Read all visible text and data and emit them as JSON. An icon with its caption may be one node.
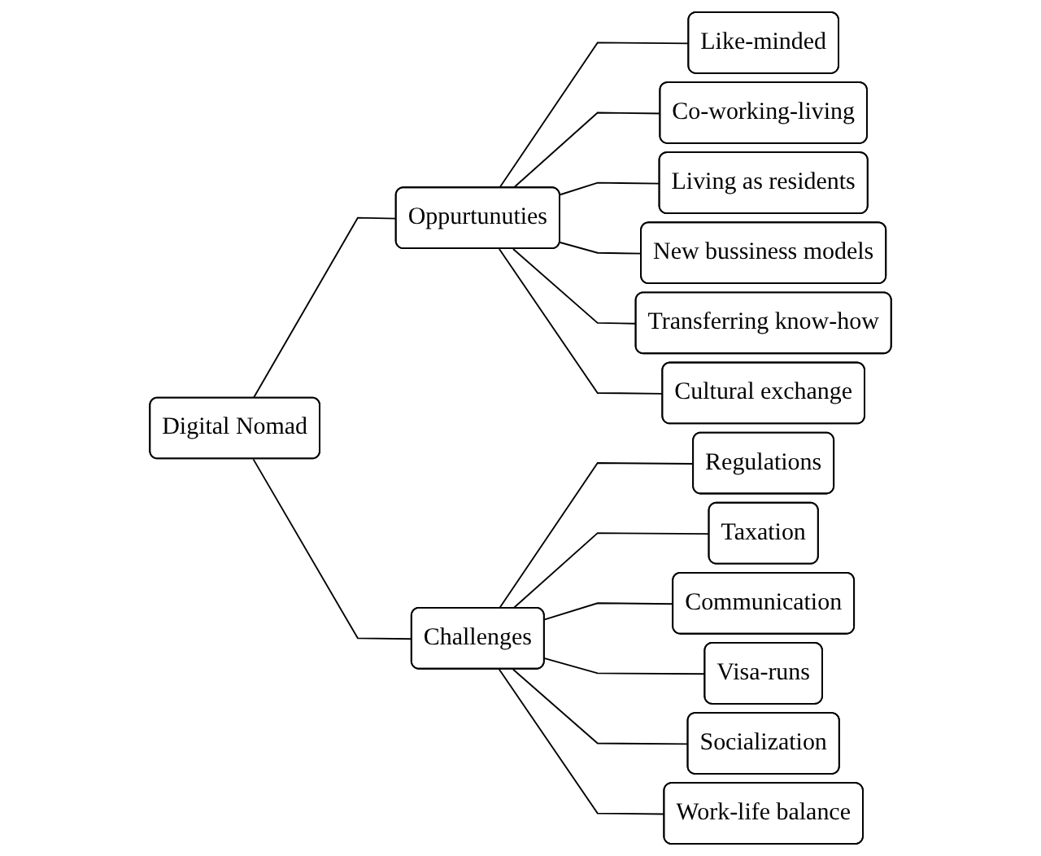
{
  "diagram": {
    "nodes": [
      {
        "text": [
          "Digital Nomad"
        ]
      },
      {
        "text": [
          "Oppurtunuties"
        ]
      },
      {
        "text": [
          "Like-minded"
        ]
      },
      {
        "text": [
          "Co-working-living"
        ]
      },
      {
        "text": [
          "Living as residents"
        ]
      },
      {
        "text": [
          "New bussiness models"
        ]
      },
      {
        "text": [
          "Transferring know-how"
        ]
      },
      {
        "text": [
          "Cultural exchange"
        ]
      },
      {
        "text": [
          "Challenges"
        ]
      },
      {
        "text": [
          "Regulations"
        ]
      },
      {
        "text": [
          "Taxation"
        ]
      },
      {
        "text": [
          "Communication"
        ]
      },
      {
        "text": [
          "Visa-runs"
        ]
      },
      {
        "text": [
          "Socialization"
        ]
      },
      {
        "text": [
          "Work-life balance"
        ]
      }
    ],
    "edges": [
      {
        "from": 0,
        "to": 1,
        "arrow": "none"
      },
      {
        "from": 0,
        "to": 8,
        "arrow": "none"
      },
      {
        "from": 1,
        "to": 2,
        "arrow": "none"
      },
      {
        "from": 1,
        "to": 3,
        "arrow": "none"
      },
      {
        "from": 1,
        "to": 4,
        "arrow": "none"
      },
      {
        "from": 1,
        "to": 5,
        "arrow": "none"
      },
      {
        "from": 1,
        "to": 6,
        "arrow": "none"
      },
      {
        "from": 1,
        "to": 7,
        "arrow": "none"
      },
      {
        "from": 8,
        "to": 9,
        "arrow": "none"
      },
      {
        "from": 8,
        "to": 10,
        "arrow": "none"
      },
      {
        "from": 8,
        "to": 11,
        "arrow": "none"
      },
      {
        "from": 8,
        "to": 12,
        "arrow": "none"
      },
      {
        "from": 8,
        "to": 13,
        "arrow": "none"
      },
      {
        "from": 8,
        "to": 14,
        "arrow": "none"
      }
    ]
  }
}
